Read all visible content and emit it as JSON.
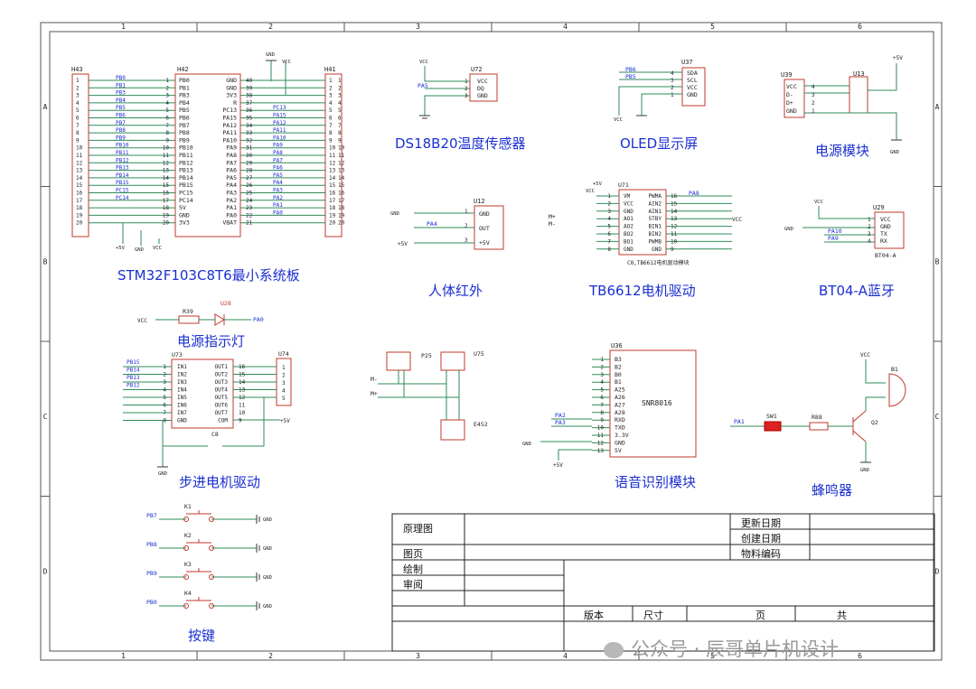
{
  "frame": {
    "columns": [
      "1",
      "2",
      "3",
      "4",
      "5",
      "6"
    ],
    "rows": [
      "A",
      "B",
      "C",
      "D"
    ]
  },
  "modules": {
    "mcu_board": "STM32F103C8T6最小系统板",
    "ds18b20": "DS18B20温度传感器",
    "oled": "OLED显示屏",
    "power": "电源模块",
    "pir": "人体红外",
    "tb6612": "TB6612电机驱动",
    "bluetooth": "BT04-A蓝牙",
    "power_led": "电源指示灯",
    "stepper": "步进电机驱动",
    "voice": "语音识别模块",
    "buzzer": "蜂鸣器",
    "keys": "按键"
  },
  "mcu": {
    "h43": "H43",
    "h42": "H42",
    "h41": "H41",
    "left_pins": [
      "PB0",
      "PB1",
      "PB3",
      "PB4",
      "PB5",
      "PB6",
      "PB7",
      "PB8",
      "PB9",
      "PB10",
      "PB11",
      "PB12",
      "PB13",
      "PB14",
      "PB15",
      "PC15",
      "PC14"
    ],
    "left_names": [
      "PB0",
      "PB1",
      "PB3",
      "PB4",
      "PB5",
      "PB6",
      "PB7",
      "PB8",
      "PB9",
      "PB10",
      "PB11",
      "PB12",
      "PB13",
      "PB14",
      "PB15",
      "PC15",
      "PC14",
      "5V",
      "GND",
      "3V3"
    ],
    "right_names": [
      "GND",
      "GND",
      "3V3",
      "R",
      "PC13",
      "PA15",
      "PA12",
      "PA11",
      "PA10",
      "PA9",
      "PA8",
      "PA7",
      "PA6",
      "PA5",
      "PA4",
      "PA3",
      "PA2",
      "PA1",
      "PA0",
      "VBAT"
    ],
    "right_pins": [
      "PC13",
      "PA15",
      "PA12",
      "PA11",
      "PA10",
      "PA9",
      "PA8",
      "PA7",
      "PA6",
      "PA5",
      "PA4",
      "PA3",
      "PA2",
      "PA1",
      "PA0"
    ],
    "right_nums": [
      "40",
      "39",
      "38",
      "37",
      "36",
      "35",
      "34",
      "33",
      "32",
      "31",
      "30",
      "29",
      "28",
      "27",
      "26",
      "25",
      "24",
      "23",
      "22",
      "21"
    ],
    "gnd": "GND",
    "vcc": "VCC",
    "p5v": "+5V"
  },
  "ds18b20": {
    "ref": "U72",
    "pins": [
      "VCC",
      "DQ",
      "GND"
    ],
    "net": "PA5",
    "vcc": "VCC"
  },
  "oled": {
    "ref": "U37",
    "pins": [
      "SDA",
      "SCL",
      "VCC",
      "GND"
    ],
    "nets": [
      "PB6",
      "PB5"
    ],
    "vcc": "VCC"
  },
  "power": {
    "ref1": "U39",
    "ref2": "U13",
    "pins": [
      "VCC",
      "D-",
      "D+",
      "GND"
    ],
    "p5v": "+5V",
    "gnd": "GND"
  },
  "pir": {
    "ref": "U12",
    "pins": [
      "GND",
      "OUT",
      "+5V"
    ],
    "net": "PA4",
    "gnd": "GND",
    "p5v": "+5V"
  },
  "tb6612": {
    "ref": "U71",
    "left": [
      "VM",
      "VCC",
      "GND",
      "AO1",
      "AO2",
      "BO2",
      "BO1",
      "GND"
    ],
    "right": [
      "PWMA",
      "AIN2",
      "AIN1",
      "STBY",
      "BIN1",
      "BIN2",
      "PWMB",
      "GND"
    ],
    "caption": "C8,TB6612电机驱动模块",
    "net": "PA8",
    "vcc": "VCC",
    "p5v": "+5V",
    "mplus": "M+",
    "mminus": "M-"
  },
  "bt": {
    "ref": "U29",
    "pins": [
      "VCC",
      "GND",
      "TX",
      "RX"
    ],
    "nets": [
      "PA10",
      "PA9"
    ],
    "caption": "BT04-A",
    "vcc": "VCC",
    "gnd": "GND"
  },
  "led": {
    "ref": "U28",
    "res": "R39",
    "net": "PA0",
    "vcc": "VCC"
  },
  "stepper": {
    "ref": "U73",
    "conn": "U74",
    "left": [
      "IN1",
      "IN2",
      "IN3",
      "IN4",
      "IN5",
      "IN6",
      "IN7",
      "GND"
    ],
    "right": [
      "OUT1",
      "OUT2",
      "OUT3",
      "OUT4",
      "OUT5",
      "OUT6",
      "OUT7",
      "COM"
    ],
    "nets": [
      "PB15",
      "PB14",
      "PB13",
      "PB12"
    ],
    "cap": "C8",
    "p5v": "+5V",
    "gnd": "GND"
  },
  "motor": {
    "ref1": "P25",
    "ref2": "U75",
    "ref3": "E452",
    "mplus": "M+",
    "mminus": "M-"
  },
  "voice": {
    "ref": "U36",
    "pins": [
      "B3",
      "B2",
      "B0",
      "B1",
      "A25",
      "A26",
      "A27",
      "A28",
      "RXD",
      "TXD",
      "3.3V",
      "GND",
      "5V"
    ],
    "chip": "SNR8016",
    "nets": [
      "PA2",
      "PA3"
    ],
    "gnd": "GND",
    "p5v": "+5V"
  },
  "buzzer": {
    "sw": "SW1",
    "res": "R88",
    "q": "Q2",
    "b": "B1",
    "net": "PA1",
    "vcc": "VCC",
    "gnd": "GND"
  },
  "keys": [
    {
      "ref": "K1",
      "net": "PB7",
      "gnd": "GND"
    },
    {
      "ref": "K2",
      "net": "PB8",
      "gnd": "GND"
    },
    {
      "ref": "K3",
      "net": "PB9",
      "gnd": "GND"
    },
    {
      "ref": "K4",
      "net": "PB0",
      "gnd": "GND"
    }
  ],
  "title_block": {
    "schematic": "原理图",
    "page": "图页",
    "draw": "绘制",
    "review": "审阅",
    "update_date": "更新日期",
    "create_date": "创建日期",
    "material": "物料编码",
    "version": "版本",
    "size": "尺寸",
    "page_no": "页",
    "total": "共"
  },
  "watermark": "公众号 · 辰哥单片机设计"
}
